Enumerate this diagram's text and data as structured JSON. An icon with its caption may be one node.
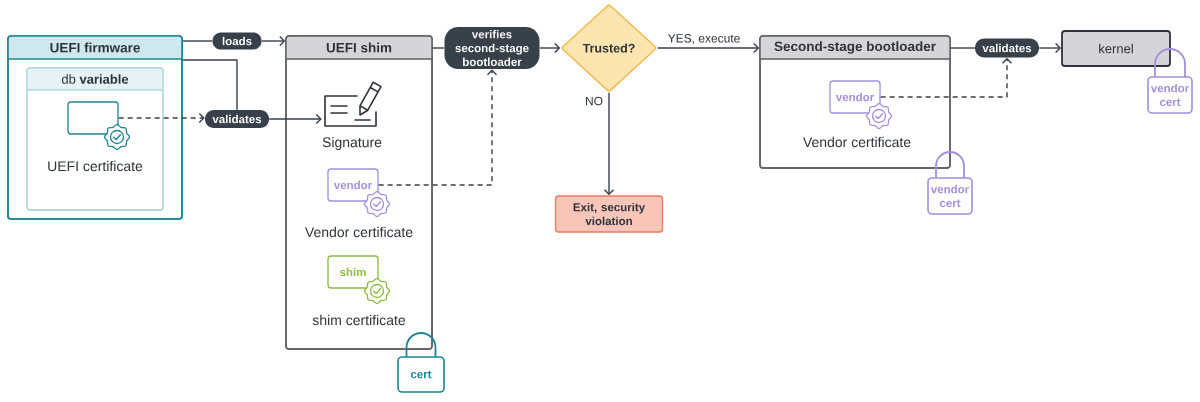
{
  "diagram": {
    "nodes": [
      {
        "text": [
          "UEFI firmware"
        ]
      },
      {
        "text": [
          "db **variable**"
        ],
        "in": 0
      },
      {
        "text": [
          "UEFI certificate"
        ],
        "in": 1
      },
      {
        "text": [
          "loads"
        ]
      },
      {
        "text": [
          "validates"
        ]
      },
      {
        "text": [
          "UEFI shim"
        ]
      },
      {
        "text": [
          "Signature"
        ],
        "in": 5
      },
      {
        "text": [
          "vendor",
          "Vendor certificate"
        ],
        "in": 5
      },
      {
        "text": [
          "shim",
          "shim certificate"
        ],
        "in": 5
      },
      {
        "text": [
          "cert"
        ]
      },
      {
        "text": [
          "verifies second-stage bootloader"
        ]
      },
      {
        "text": [
          "Trusted?"
        ]
      },
      {
        "text": [
          "Exit, security violation"
        ]
      },
      {
        "text": [
          "Second-stage bootloader"
        ]
      },
      {
        "text": [
          "vendor",
          "Vendor certificate"
        ],
        "in": 13
      },
      {
        "text": [
          "vendor cert"
        ]
      },
      {
        "text": [
          "validates"
        ]
      },
      {
        "text": [
          "kernel"
        ]
      },
      {
        "text": [
          "vendor cert"
        ]
      }
    ],
    "edges": [
      {
        "from": 0,
        "to": 3,
        "arrow": "none"
      },
      {
        "from": 3,
        "to": 5,
        "arrow": "to"
      },
      {
        "from": 0,
        "to": 4,
        "arrow": "none"
      },
      {
        "from": 2,
        "to": 4,
        "arrow": "to",
        "style": "dashed"
      },
      {
        "from": 4,
        "to": 6,
        "arrow": "to"
      },
      {
        "from": 5,
        "to": 10,
        "arrow": "none"
      },
      {
        "from": 7,
        "to": 10,
        "arrow": "to",
        "style": "dashed"
      },
      {
        "from": 10,
        "to": 11,
        "arrow": "to"
      },
      {
        "from": 11,
        "to": 13,
        "arrow": "to",
        "label": "YES, execute"
      },
      {
        "from": 11,
        "to": 12,
        "arrow": "to",
        "label": "NO"
      },
      {
        "from": 13,
        "to": 16,
        "arrow": "none"
      },
      {
        "from": 16,
        "to": 17,
        "arrow": "to"
      },
      {
        "from": 14,
        "to": 16,
        "arrow": "to",
        "style": "dashed"
      }
    ]
  }
}
